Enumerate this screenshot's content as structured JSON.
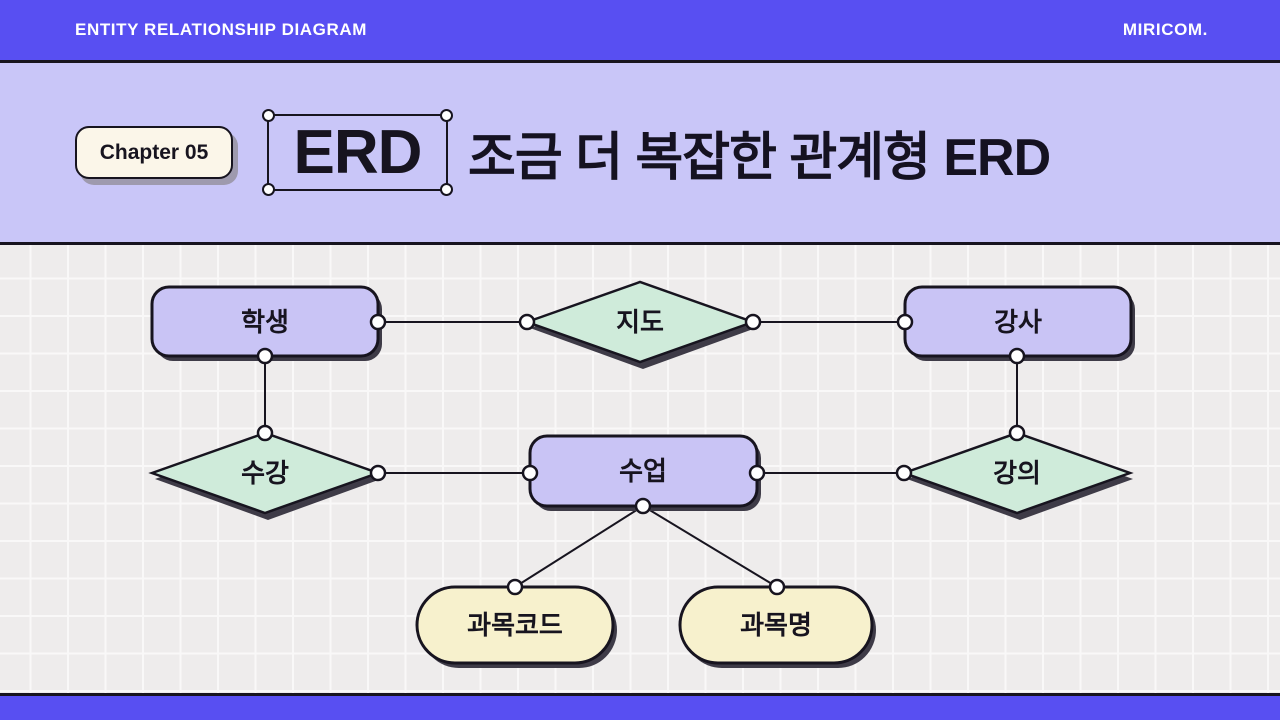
{
  "top_bar": {
    "left_text": "ENTITY RELATIONSHIP DIAGRAM",
    "right_text": "MIRICOM."
  },
  "header": {
    "chapter_badge_label": "Chapter 05",
    "title_highlight": "ERD",
    "title_text": "조금 더 복잡한 관계형 ERD"
  },
  "colors": {
    "bar_purple": "#584FF2",
    "header_lavender": "#C9C6F8",
    "outline_dark": "#17141F",
    "entity_fill": "#C9C4F5",
    "relationship_fill": "#CFEBDA",
    "attribute_fill": "#F7F1CD",
    "badge_fill": "#FBF6E9",
    "grid_base": "#EEECEC"
  },
  "diagram": {
    "entities": [
      {
        "id": "student",
        "label": "학생"
      },
      {
        "id": "instructor",
        "label": "강사"
      },
      {
        "id": "class",
        "label": "수업"
      }
    ],
    "relationships": [
      {
        "id": "advise",
        "label": "지도"
      },
      {
        "id": "enroll",
        "label": "수강"
      },
      {
        "id": "lecture",
        "label": "강의"
      }
    ],
    "attributes": [
      {
        "id": "subject-code",
        "label": "과목코드"
      },
      {
        "id": "subject-name",
        "label": "과목명"
      }
    ]
  }
}
